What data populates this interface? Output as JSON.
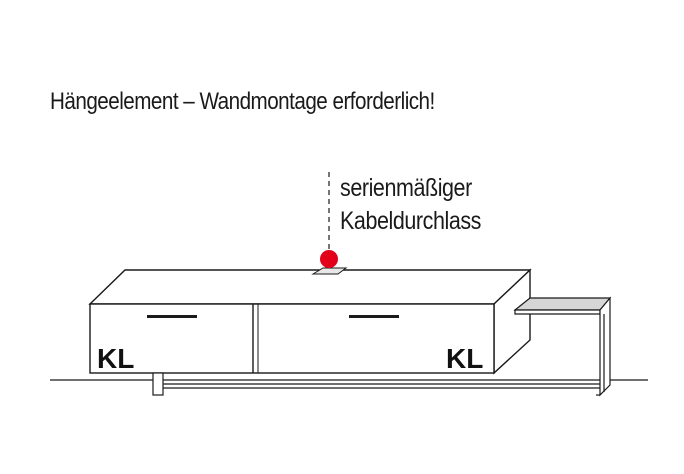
{
  "heading": "Hängeelement – Wandmontage erforderlich!",
  "callout": {
    "line1": "serienmäßiger",
    "line2": "Kabeldurchlass"
  },
  "labels": {
    "left_door": "KL",
    "right_door": "KL"
  },
  "colors": {
    "line": "#1a1a1a",
    "cable_marker": "#e2001a",
    "top_surface": "#ffffff",
    "side_table_top": "#d6d6d6"
  }
}
